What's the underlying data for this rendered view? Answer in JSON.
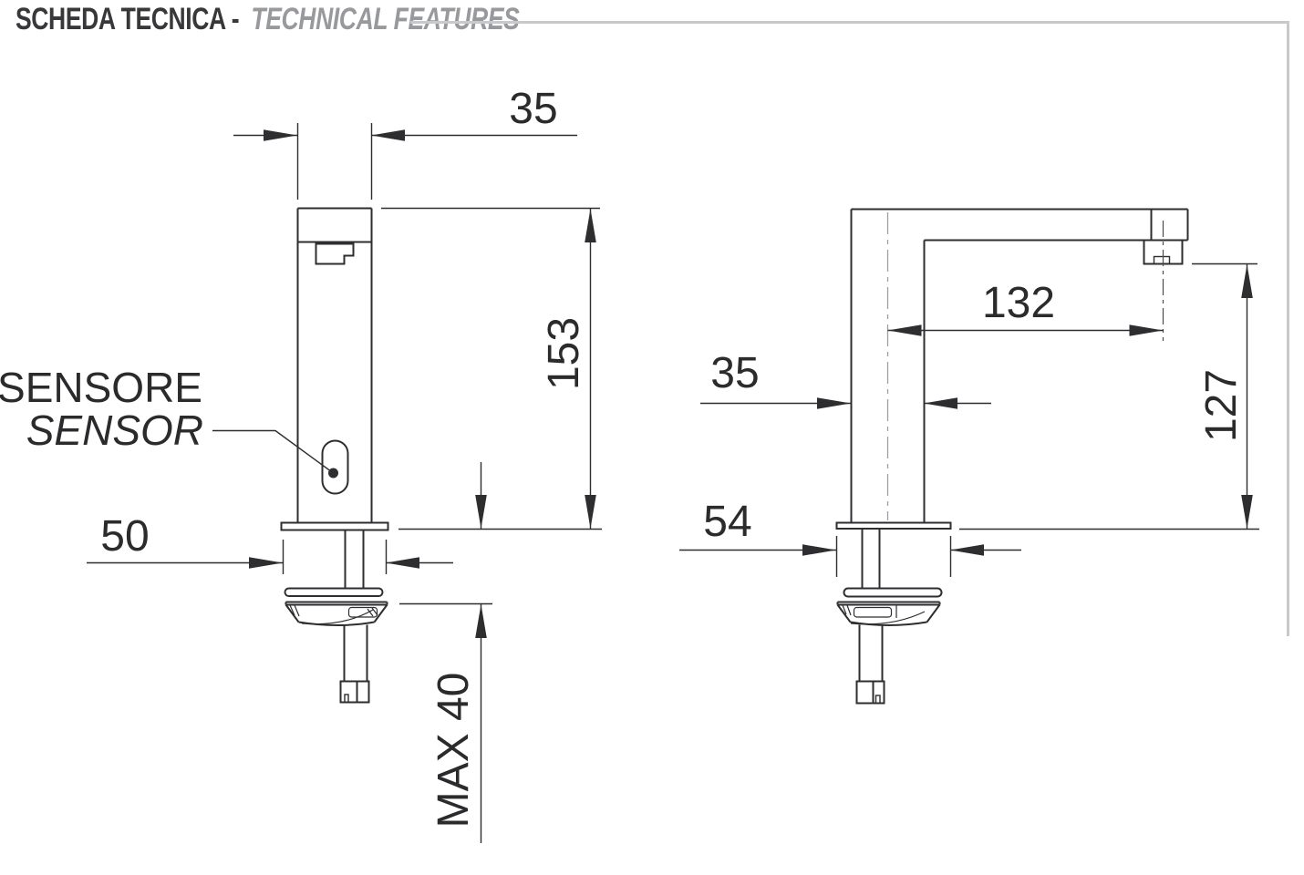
{
  "header": {
    "title_it": "SCHEDA TECNICA -",
    "title_en": "TECHNICAL FEATURES"
  },
  "front_view": {
    "sensor_label_it": "SENSORE",
    "sensor_label_en": "SENSOR",
    "dim_top_width": "35",
    "dim_height": "153",
    "dim_base_width": "50",
    "dim_max_counter_thickness": "MAX 40"
  },
  "side_view": {
    "dim_spout_reach": "132",
    "dim_body_depth": "35",
    "dim_base_depth": "54",
    "dim_spout_height": "127"
  },
  "colors": {
    "line": "#2e2e30",
    "centerline": "#9aa0a6",
    "rule_gray": "#c9c9cb",
    "title_dark": "#38383a",
    "title_gray": "#97999c"
  }
}
